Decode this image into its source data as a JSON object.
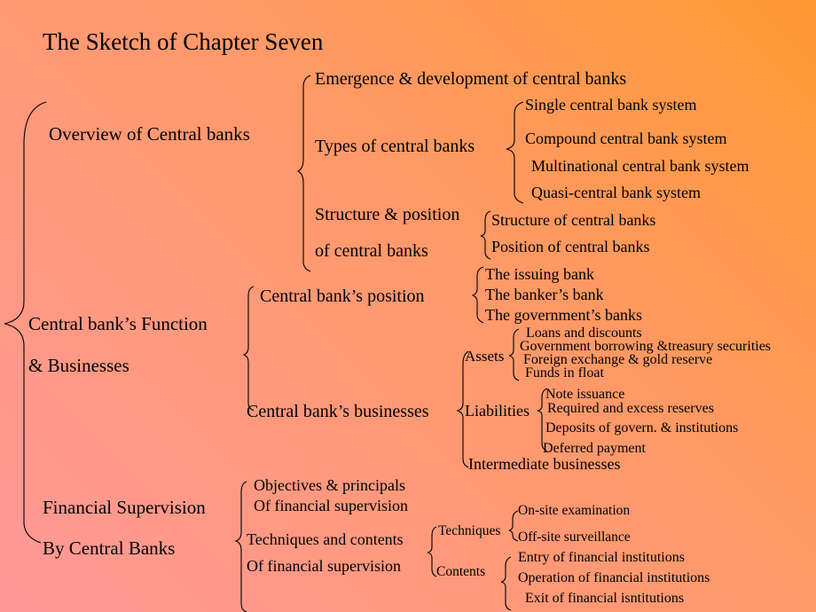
{
  "title": "The Sketch of Chapter Seven",
  "colors": {
    "bg_top_right": "#FF9933",
    "bg_bottom_left": "#FF9999",
    "text": "#000000"
  },
  "overview": {
    "label": "Overview of Central banks",
    "emergence": "Emergence & development of central banks",
    "types": {
      "label": "Types of central banks",
      "items": [
        "Single central bank system",
        "Compound central bank system",
        "Multinational central bank system",
        "Quasi-central bank system"
      ]
    },
    "structure": {
      "label_line1": "Structure & position",
      "label_line2": "of central banks",
      "items": [
        "Structure of central banks",
        "Position of central banks"
      ]
    }
  },
  "function": {
    "label_line1": "Central bank’s Function",
    "label_line2": "& Businesses",
    "position": {
      "label": "Central bank’s position",
      "items": [
        "The issuing bank",
        "The banker’s bank",
        "The government’s banks"
      ]
    },
    "businesses": {
      "label": "Central bank’s businesses",
      "assets": {
        "label": "Assets",
        "items": [
          "Loans and discounts",
          "Government borrowing &treasury securities",
          "Foreign exchange & gold reserve",
          "Funds in float"
        ]
      },
      "liabilities": {
        "label": "Liabilities",
        "items": [
          "Note  issuance",
          "Required and excess  reserves",
          "Deposits of govern. & institutions",
          "Deferred  payment"
        ]
      },
      "intermediate": "Intermediate businesses"
    }
  },
  "supervision": {
    "label_line1": "Financial Supervision",
    "label_line2": "By Central Banks",
    "objectives_line1": "Objectives & principals",
    "objectives_line2": "Of financial supervision",
    "techniques_line1": "Techniques and contents",
    "techniques_line2": "Of financial supervision",
    "techniques": {
      "label": "Techniques",
      "items": [
        "On-site examination",
        "Off-site surveillance"
      ]
    },
    "contents": {
      "label": "Contents",
      "items": [
        "Entry of financial institutions",
        "Operation of financial institutions",
        "Exit of financial isntitutions"
      ]
    }
  }
}
